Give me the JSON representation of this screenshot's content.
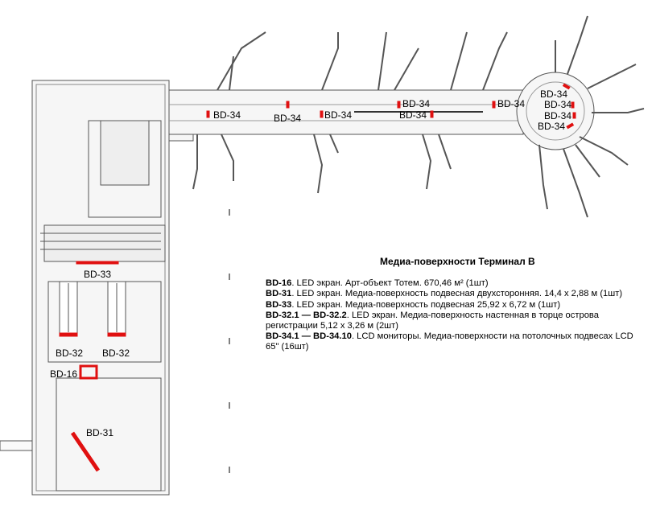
{
  "legend": {
    "title": "Медиа-поверхности Терминал В",
    "items": [
      {
        "code": "BD-16",
        "text": ". LED экран. Арт-объект Тотем. 670,46 м² (1шт)"
      },
      {
        "code": "BD-31",
        "text": ". LED экран. Медиа-поверхность подвесная двухсторонняя. 14,4 х 2,88 м (1шт)"
      },
      {
        "code": "BD-33",
        "text": ". LED экран. Медиа-поверхность подвесная 25,92 х 6,72 м (1шт)"
      },
      {
        "code": "BD-32.1 — BD-32.2",
        "text": ". LED экран. Медиа-поверхность настенная в торце острова регистрации 5,12 х 3,26 м (2шт)"
      },
      {
        "code": "BD-34.1 — BD-34.10",
        "text": ". LCD мониторы. Медиа-поверхности на потолочных подвесах LCD 65\" (16шт)"
      }
    ]
  },
  "plan_labels": {
    "bd34_a": "BD-34",
    "bd34_b": "BD-34",
    "bd34_c": "BD-34",
    "bd34_d": "BD-34",
    "bd34_e": "BD-34",
    "bd34_f": "BD-34",
    "bd34_g": "BD-34",
    "bd34_h": "BD-34",
    "bd34_i": "BD-34",
    "bd34_j": "BD-34",
    "bd33": "BD-33",
    "bd32_left": "BD-32",
    "bd32_right": "BD-32",
    "bd16": "BD-16",
    "bd31": "BD-31"
  },
  "colors": {
    "marker": "#e01010",
    "line": "#444444",
    "plan_fill": "#f4f4f4"
  }
}
